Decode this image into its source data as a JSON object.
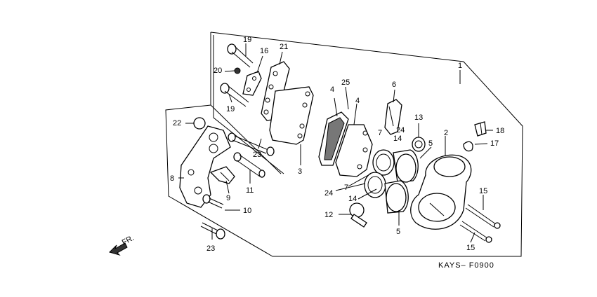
{
  "diagram": {
    "labels": {
      "p1": "1",
      "p2": "2",
      "p3": "3",
      "p4a": "4",
      "p4b": "4",
      "p5a": "5",
      "p5b": "5",
      "p6": "6",
      "p7a": "7",
      "p7b": "7",
      "p8": "8",
      "p9": "9",
      "p10": "10",
      "p11": "11",
      "p12": "12",
      "p13": "13",
      "p14a": "14",
      "p14b": "14",
      "p15a": "15",
      "p15b": "15",
      "p16": "16",
      "p17": "17",
      "p18": "18",
      "p19a": "19",
      "p19b": "19",
      "p20": "20",
      "p21": "21",
      "p22": "22",
      "p23a": "23",
      "p23b": "23",
      "p24a": "24",
      "p24b": "24",
      "p25": "25"
    },
    "front_label": "FR.",
    "code": "KAYS– F0900"
  }
}
